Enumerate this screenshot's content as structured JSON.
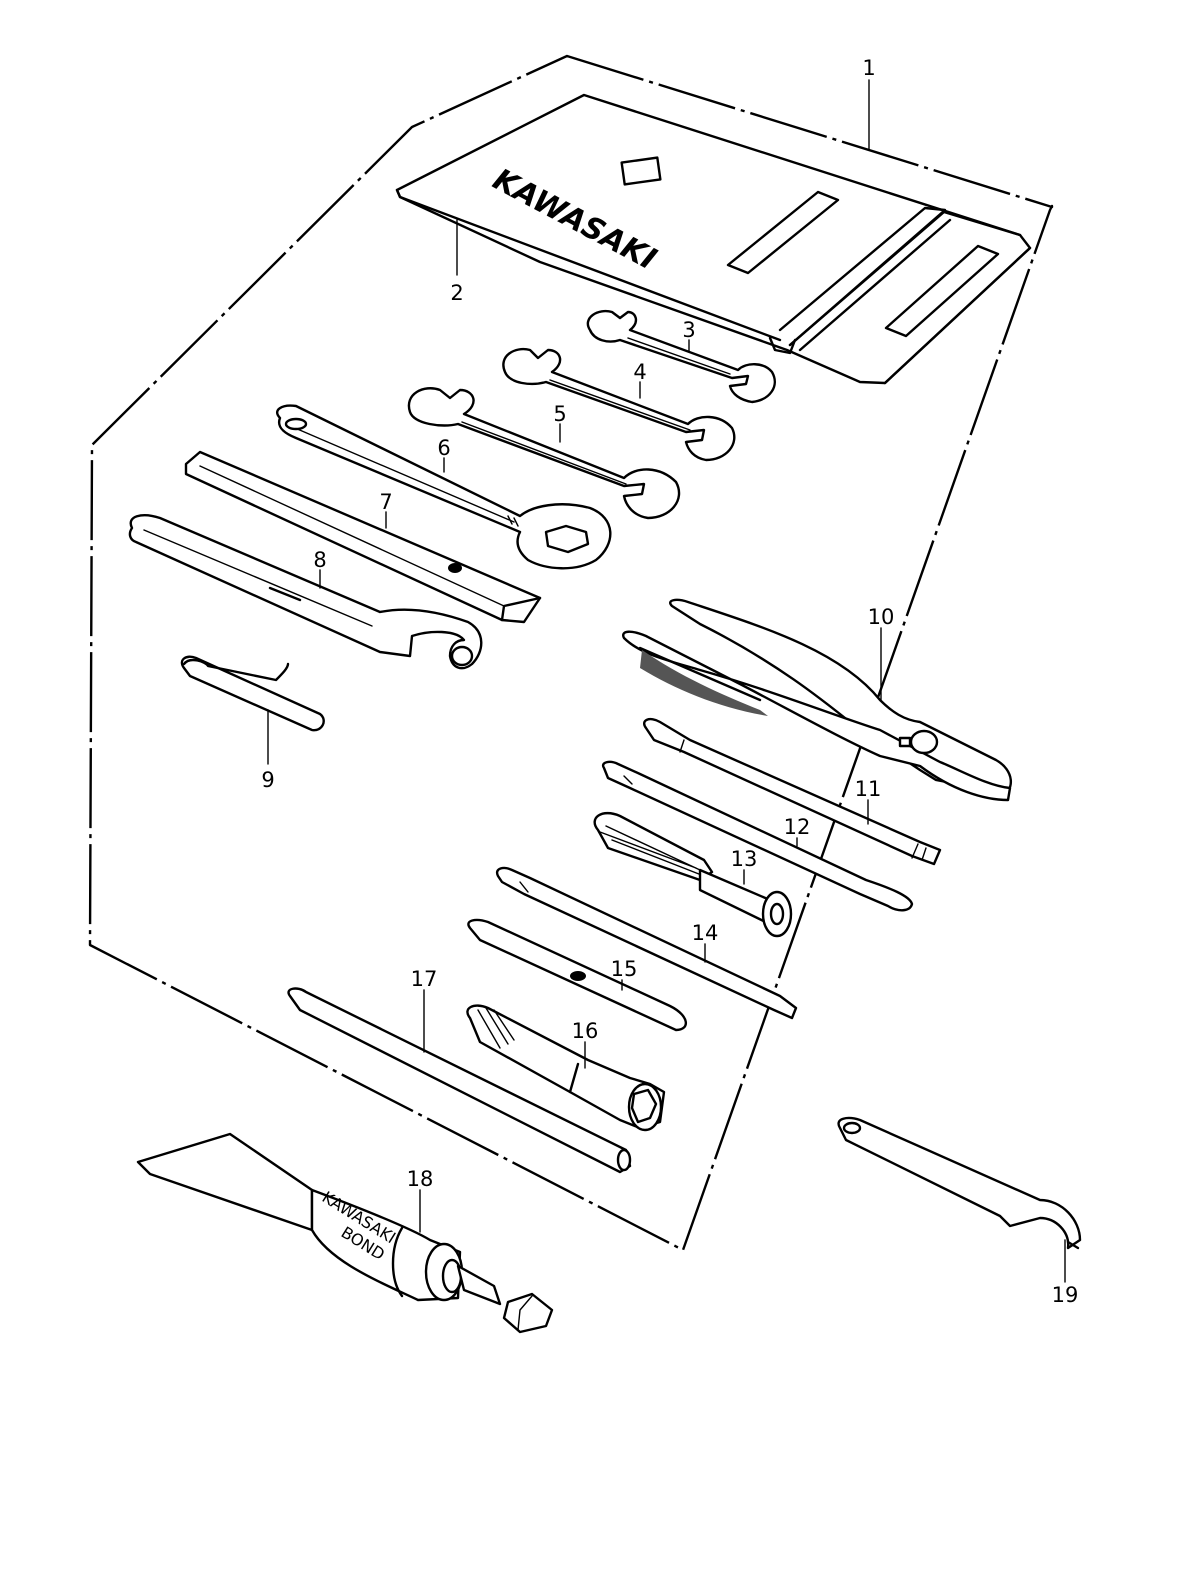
{
  "diagram": {
    "callouts": [
      "1",
      "2",
      "3",
      "4",
      "5",
      "6",
      "7",
      "8",
      "9",
      "10",
      "11",
      "12",
      "13",
      "14",
      "15",
      "16",
      "17",
      "18",
      "19"
    ],
    "pouch_brand": "KAWASAKI",
    "tube_brand": "KAWASAKI",
    "tube_product": "BOND"
  }
}
